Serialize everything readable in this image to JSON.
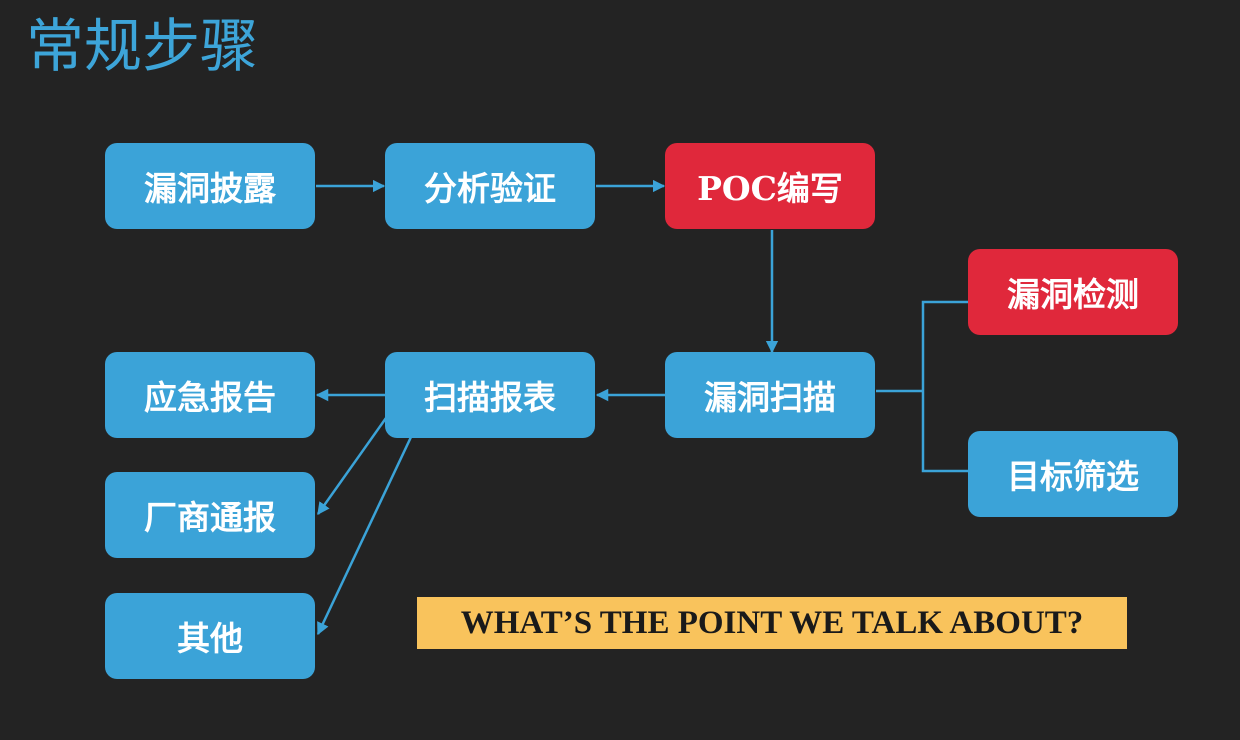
{
  "title": "常规步骤",
  "nodes": {
    "disclosure": "漏洞披露",
    "analysis": "分析验证",
    "poc": "POC编写",
    "detection": "漏洞检测",
    "scan": "漏洞扫描",
    "target": "目标筛选",
    "report_table": "扫描报表",
    "emergency": "应急报告",
    "vendor": "厂商通报",
    "other": "其他"
  },
  "banner": "WHAT’S THE POINT WE TALK ABOUT?",
  "colors": {
    "background": "#232323",
    "node_blue": "#3ba3d8",
    "node_red": "#e0283b",
    "connector": "#3ba3d8",
    "banner_bg": "#f9c35c",
    "title": "#3da5d9"
  }
}
